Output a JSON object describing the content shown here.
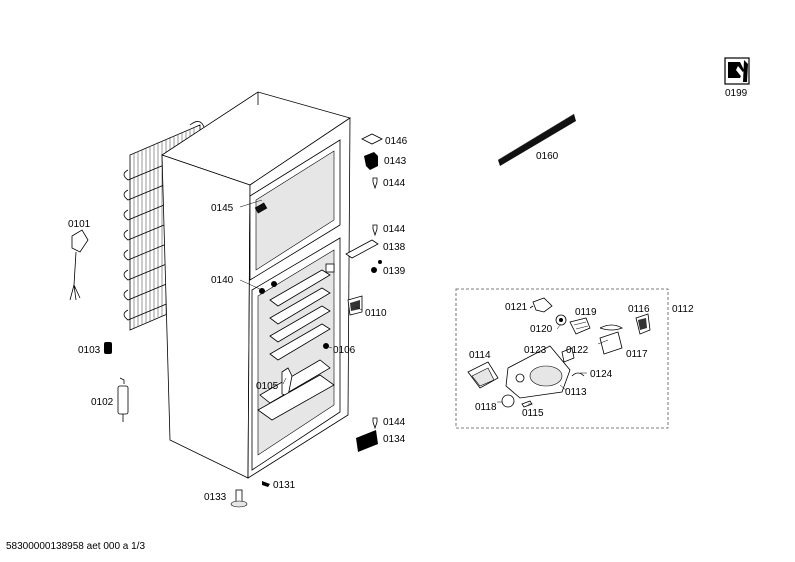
{
  "labels": {
    "p0199": "0199",
    "p0160": "0160",
    "p0146": "0146",
    "p0143": "0143",
    "p0144a": "0144",
    "p0145": "0145",
    "p0144b": "0144",
    "p0138": "0138",
    "p0139": "0139",
    "p0140": "0140",
    "p0110": "0110",
    "p0101": "0101",
    "p0103": "0103",
    "p0106": "0106",
    "p0105": "0105",
    "p0102": "0102",
    "p0144c": "0144",
    "p0134": "0134",
    "p0133": "0133",
    "p0131": "0131",
    "p0121": "0121",
    "p0119": "0119",
    "p0116": "0116",
    "p0112": "0112",
    "p0120": "0120",
    "p0123": "0123",
    "p0122": "0122",
    "p0117": "0117",
    "p0114": "0114",
    "p0124": "0124",
    "p0113": "0113",
    "p0118": "0118",
    "p0115": "0115"
  },
  "footer": "58300000138958 aet 000 a 1/3",
  "icons": {
    "service": "wrench-service-icon"
  }
}
